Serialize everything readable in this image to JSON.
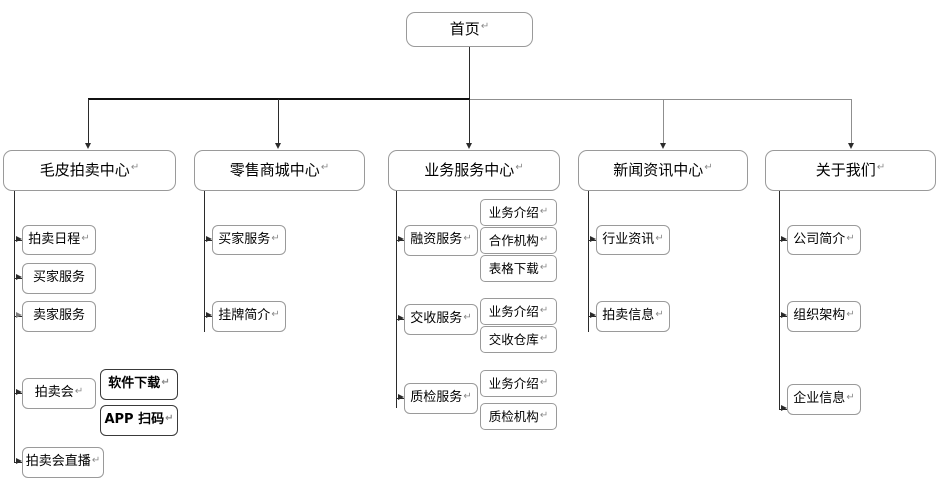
{
  "diagram": {
    "type": "sitemap-tree",
    "pilcrow": "↵",
    "root": {
      "label": "首页",
      "has_pilcrow": true
    },
    "columns": [
      {
        "id": "col-1",
        "label": "毛皮拍卖中心",
        "has_pilcrow": true,
        "children": [
          {
            "label": "拍卖日程",
            "has_pilcrow": true
          },
          {
            "label": "买家服务",
            "has_pilcrow": false
          },
          {
            "label": "卖家服务",
            "has_pilcrow": false
          },
          {
            "label": "拍卖会",
            "has_pilcrow": true
          },
          {
            "label": "拍卖会直播",
            "has_pilcrow": true
          }
        ],
        "side_boxes": [
          {
            "label": "软件下载",
            "has_pilcrow": true,
            "bold": true
          },
          {
            "label": "APP 扫码",
            "has_pilcrow": true,
            "bold": true
          }
        ]
      },
      {
        "id": "col-2",
        "label": "零售商城中心",
        "has_pilcrow": true,
        "children": [
          {
            "label": "买家服务",
            "has_pilcrow": true
          },
          {
            "label": "挂牌简介",
            "has_pilcrow": true
          }
        ]
      },
      {
        "id": "col-3",
        "label": "业务服务中心",
        "has_pilcrow": true,
        "children": [
          {
            "label": "融资服务",
            "has_pilcrow": true,
            "children": [
              {
                "label": "业务介绍",
                "has_pilcrow": true
              },
              {
                "label": "合作机构",
                "has_pilcrow": true
              },
              {
                "label": "表格下载",
                "has_pilcrow": true
              }
            ]
          },
          {
            "label": "交收服务",
            "has_pilcrow": true,
            "children": [
              {
                "label": "业务介绍",
                "has_pilcrow": true
              },
              {
                "label": "交收仓库",
                "has_pilcrow": true
              }
            ]
          },
          {
            "label": "质检服务",
            "has_pilcrow": true,
            "children": [
              {
                "label": "业务介绍",
                "has_pilcrow": true
              },
              {
                "label": "质检机构",
                "has_pilcrow": true
              }
            ]
          }
        ]
      },
      {
        "id": "col-4",
        "label": "新闻资讯中心",
        "has_pilcrow": true,
        "children": [
          {
            "label": "行业资讯",
            "has_pilcrow": true
          },
          {
            "label": "拍卖信息",
            "has_pilcrow": true
          }
        ]
      },
      {
        "id": "col-5",
        "label": "关于我们",
        "has_pilcrow": true,
        "children": [
          {
            "label": "公司简介",
            "has_pilcrow": true
          },
          {
            "label": "组织架构",
            "has_pilcrow": true
          },
          {
            "label": "企业信息",
            "has_pilcrow": true
          }
        ]
      }
    ],
    "colors": {
      "line": "#2b2b2b",
      "line_light": "#8f8f8f",
      "box_border": "#9a9a9a",
      "box_border_bold": "#3a3a3a",
      "background": "#ffffff",
      "text": "#000000",
      "pilcrow": "#8a8a8a"
    }
  }
}
